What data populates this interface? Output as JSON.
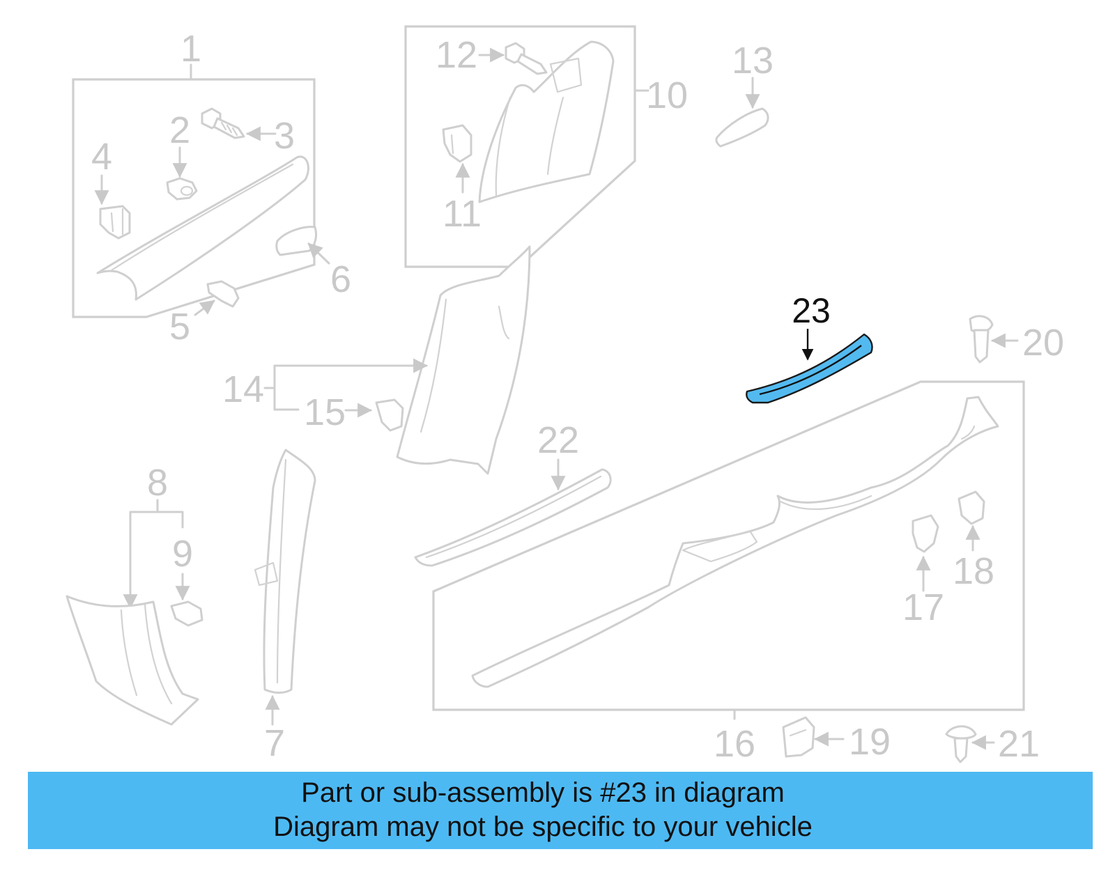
{
  "callouts": {
    "c1": "1",
    "c2": "2",
    "c3": "3",
    "c4": "4",
    "c5": "5",
    "c6": "6",
    "c7": "7",
    "c8": "8",
    "c9": "9",
    "c10": "10",
    "c11": "11",
    "c12": "12",
    "c13": "13",
    "c14": "14",
    "c15": "15",
    "c16": "16",
    "c17": "17",
    "c18": "18",
    "c19": "19",
    "c20": "20",
    "c21": "21",
    "c22": "22",
    "c23": "23"
  },
  "highlighted_part": "23",
  "colors": {
    "line_art": "#cfcfcf",
    "highlight_fill": "#53baf0",
    "banner_background": "#4db9f2",
    "text_dark": "#111111"
  },
  "banner": {
    "line1": "Part or sub-assembly is #23 in diagram",
    "line2": "Diagram may not be specific to your vehicle"
  }
}
